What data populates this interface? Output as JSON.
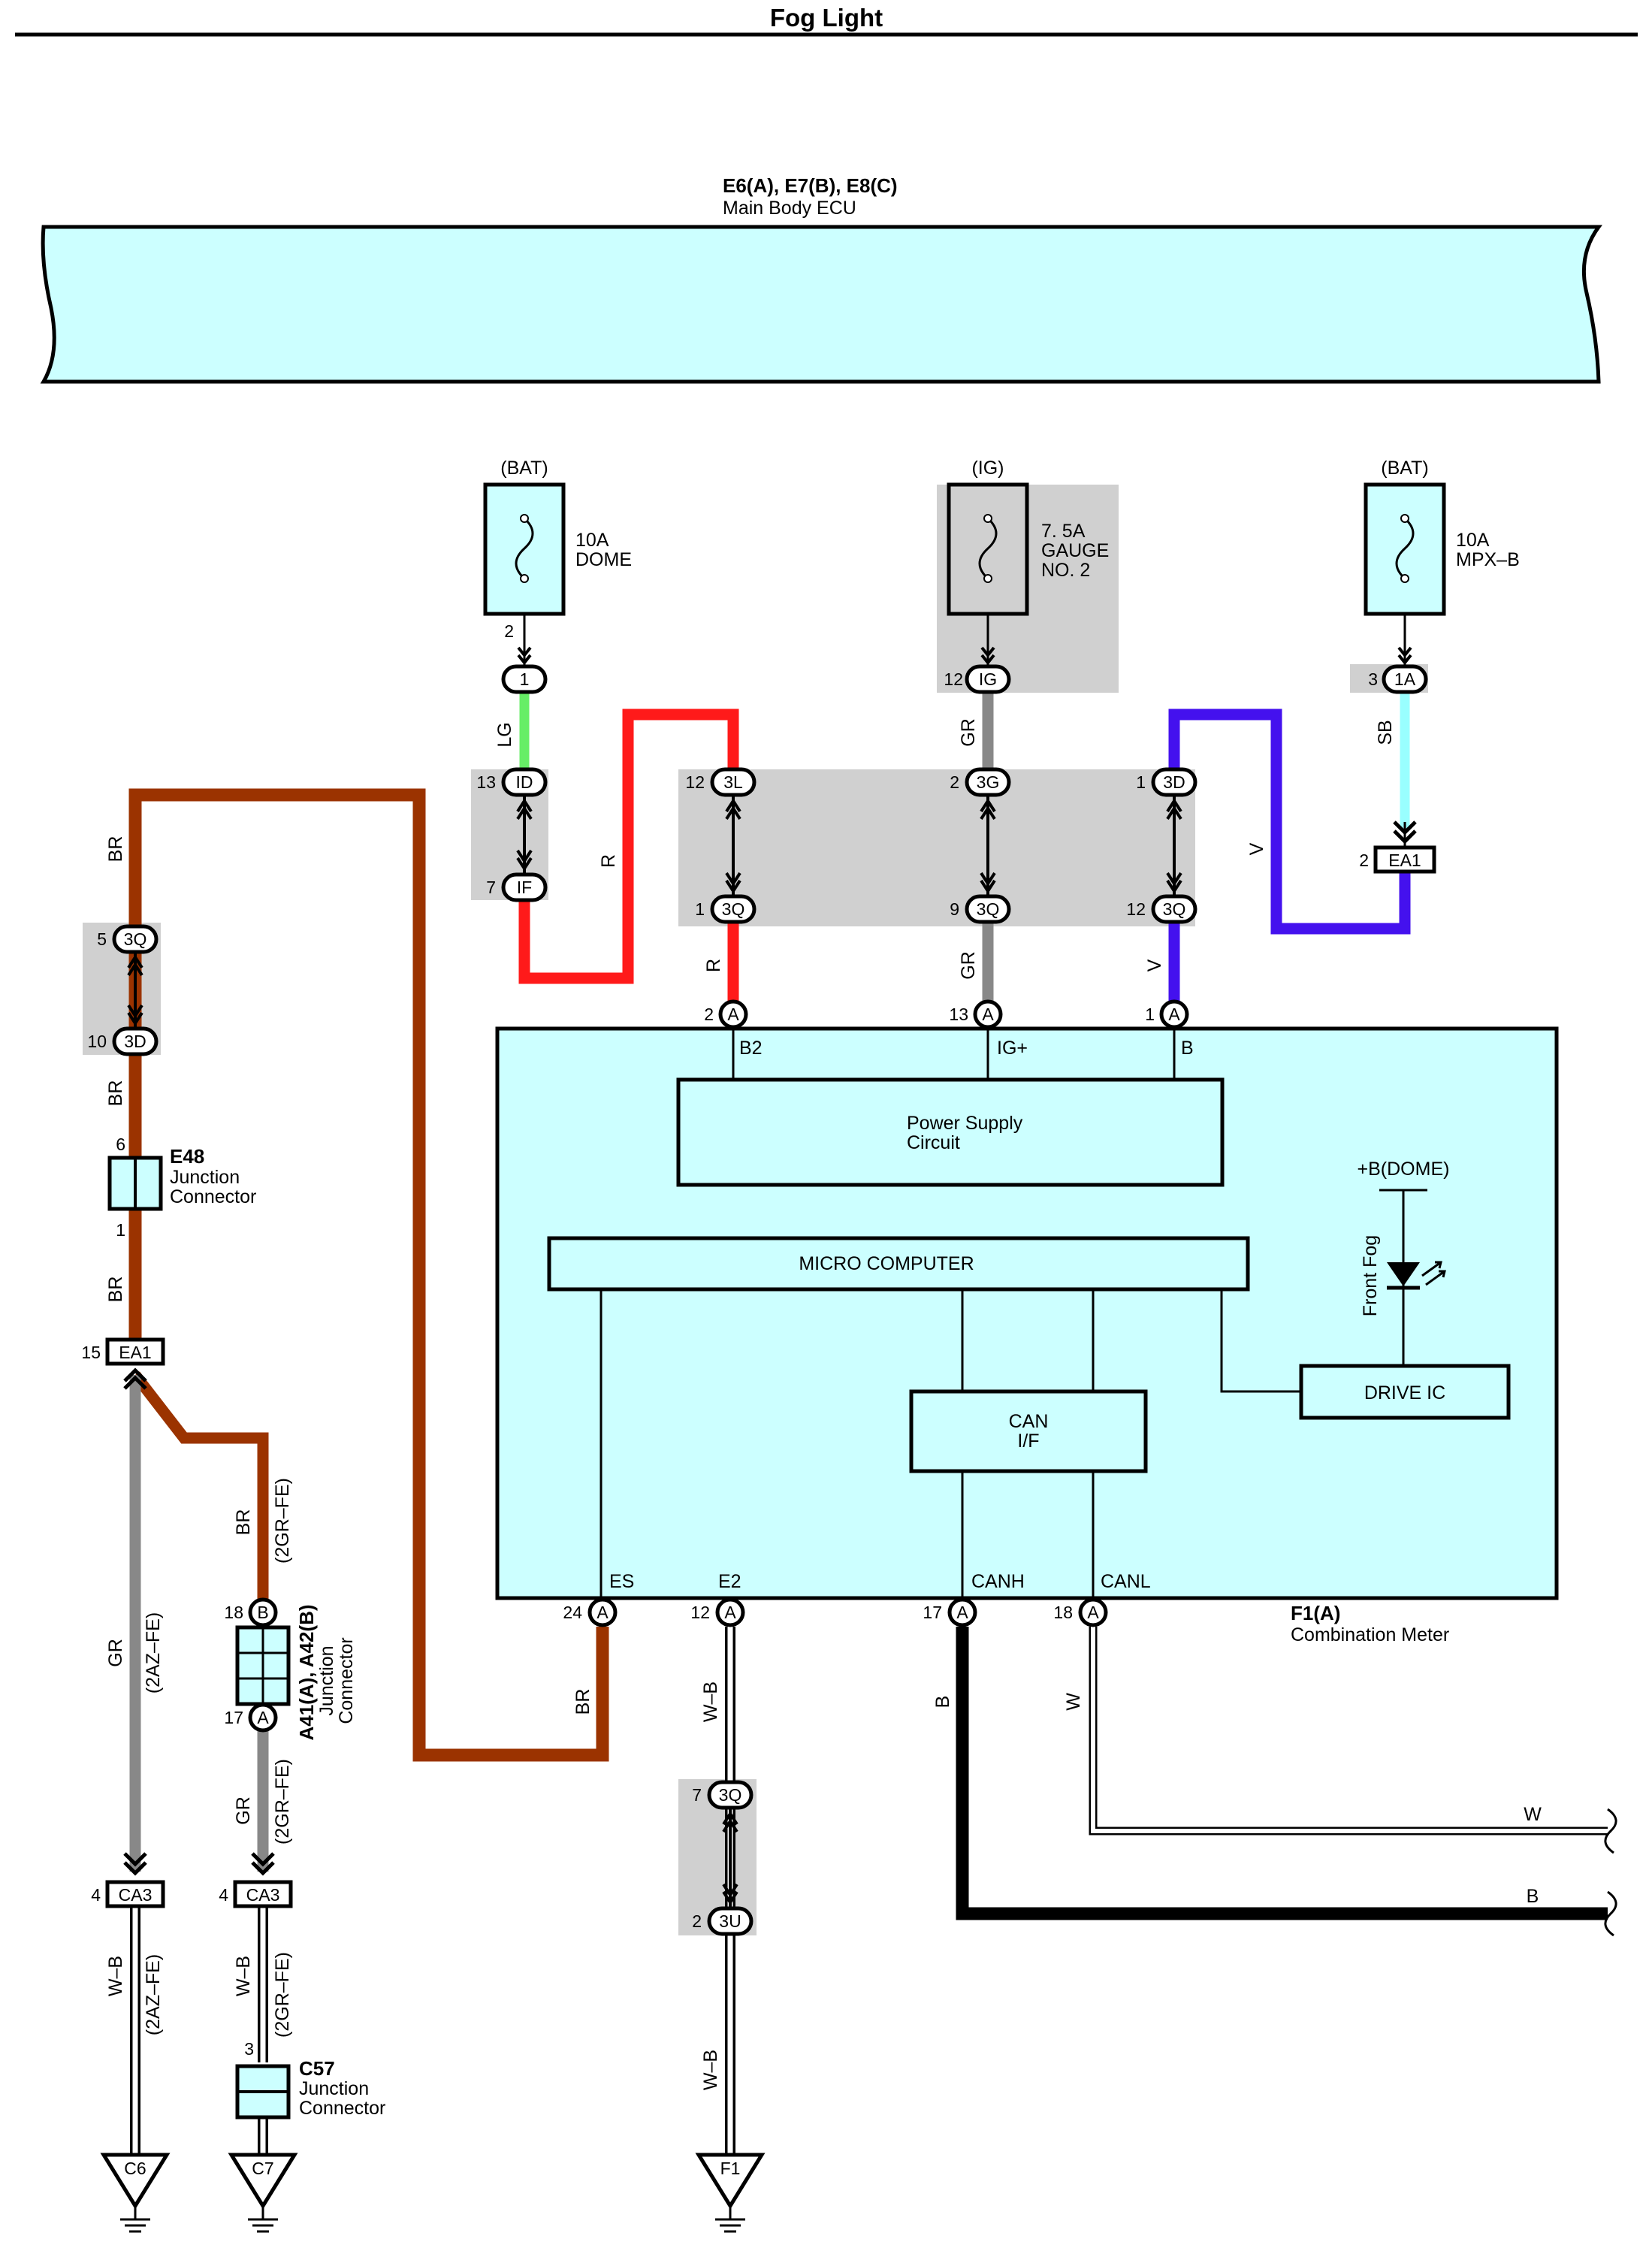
{
  "title": "Fog Light",
  "colors": {
    "box_fill": "#ccffff",
    "shade": "#d0d0d0",
    "wire_LG": "#66ee66",
    "wire_R": "#ff1a1a",
    "wire_GR": "#888888",
    "wire_V": "#4411ee",
    "wire_SB": "#99ffff",
    "wire_BR": "#9b3300",
    "wire_B": "#000000",
    "wire_W": "#ffffff",
    "wire_WB": "#ffffff"
  },
  "ecu": {
    "code": "E6(A), E7(B), E8(C)",
    "name": "Main Body ECU"
  },
  "fuses": [
    {
      "source": "(BAT)",
      "rating": "10A",
      "name": "DOME",
      "name2": "",
      "pin": "2",
      "conn": "1"
    },
    {
      "source": "(IG)",
      "rating": "7. 5A",
      "name": "GAUGE",
      "name2": "NO. 2",
      "pin": "12",
      "conn": "IG"
    },
    {
      "source": "(BAT)",
      "rating": "10A",
      "name": "MPX–B",
      "name2": "",
      "pin": "3",
      "conn": "1A"
    }
  ],
  "connectors": {
    "id_pin": "13",
    "id_label": "ID",
    "if_pin": "7",
    "if_label": "IF",
    "c3l_pin": "12",
    "c3l_label": "3L",
    "c3g_pin": "2",
    "c3g_label": "3G",
    "c3d_pin": "1",
    "c3d_label": "3D",
    "c3q_a_pin": "1",
    "c3q_b_pin": "9",
    "c3q_c_pin": "12",
    "c3q_label": "3Q",
    "ea1_top_pin": "2",
    "ea1_label": "EA1",
    "left_3q_pin": "5",
    "left_3q_label": "3Q",
    "left_3d_pin": "10",
    "left_3d_label": "3D",
    "e48_pin_top": "6",
    "e48_pin_bot": "1",
    "ea1_left_pin": "15",
    "a41_pin_top": "18",
    "a41_top_label": "B",
    "a41_pin_bot": "17",
    "a41_bot_label": "A",
    "ca3_left_pin": "4",
    "ca3_right_pin": "4",
    "ca3_label": "CA3",
    "c57_pin": "3",
    "bot_3q_pin": "7",
    "bot_3q_label": "3Q",
    "bot_3u_pin": "2",
    "bot_3u_label": "3U"
  },
  "wires": {
    "lg": "LG",
    "r": "R",
    "gr": "GR",
    "v": "V",
    "sb": "SB",
    "br": "BR",
    "b": "B",
    "w": "W",
    "wb": "W–B",
    "var_az": "(2AZ–FE)",
    "var_gr": "(2GR–FE)"
  },
  "meter": {
    "top_pins": [
      {
        "num": "2",
        "letter": "A",
        "term": "B2"
      },
      {
        "num": "13",
        "letter": "A",
        "term": "IG+"
      },
      {
        "num": "1",
        "letter": "A",
        "term": "B"
      }
    ],
    "bottom_pins": [
      {
        "num": "24",
        "letter": "A",
        "term": "ES"
      },
      {
        "num": "12",
        "letter": "A",
        "term": "E2"
      },
      {
        "num": "17",
        "letter": "A",
        "term": "CANH"
      },
      {
        "num": "18",
        "letter": "A",
        "term": "CANL"
      }
    ],
    "power_supply": [
      "Power Supply",
      "Circuit"
    ],
    "micro": "MICRO COMPUTER",
    "can": [
      "CAN",
      "I/F"
    ],
    "drive_ic": "DRIVE IC",
    "dome": "+B(DOME)",
    "led": "Front Fog",
    "code": "F1(A)",
    "name": "Combination Meter"
  },
  "components": {
    "e48_code": "E48",
    "e48_name1": "Junction",
    "e48_name2": "Connector",
    "a41_code": "A41(A), A42(B)",
    "a41_name1": "Junction",
    "a41_name2": "Connector",
    "c57_code": "C57",
    "c57_name1": "Junction",
    "c57_name2": "Connector"
  },
  "grounds": [
    "C6",
    "C7",
    "F1"
  ]
}
